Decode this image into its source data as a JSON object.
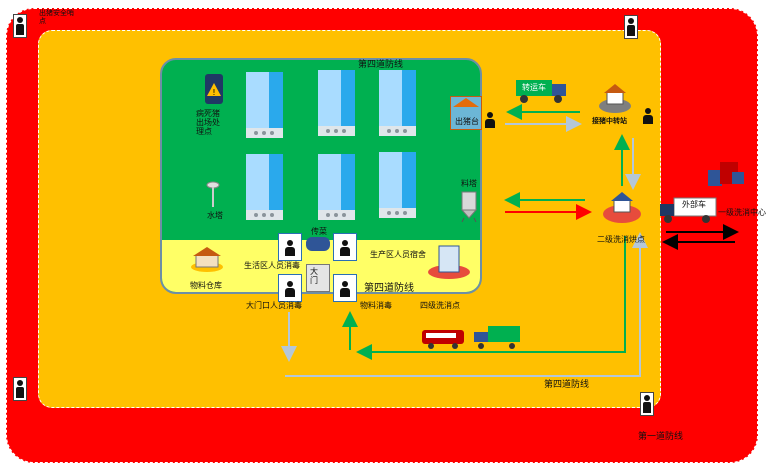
{
  "labels": {
    "first_line": "第一道防线",
    "third_line": "第四道防线",
    "fourth_line_top": "第四道防线",
    "fourth_line_bottom": "第四道防线",
    "top_left_guard": "出猪安全哨点",
    "dead_pig": "病死猪出场处理点",
    "water_tower": "水塔",
    "feed_tower": "料塔",
    "sale_platform": "出猪台",
    "transport_truck": "转运车",
    "relay_station": "接猪中转站",
    "second_wash": "二级洗消烘点",
    "outside_truck": "外部车",
    "first_wash": "一级洗消中心",
    "living_area": "生活区人员消毒",
    "transfer": "传菜",
    "production_dorm": "生产区人员宿舍",
    "gate": "大门",
    "material_warehouse": "物料仓库",
    "gate_disinfect": "大门口人员消毒",
    "material_disinfect": "物料消毒",
    "fourth_wash": "四级洗消点"
  },
  "colors": {
    "outer_zone": "#ff0000",
    "middle_zone": "#ffc000",
    "inner_zone": "#00b050",
    "living_zone": "#ffff66",
    "arrow_green": "#00b050",
    "arrow_grey": "#b4c7d9",
    "arrow_red": "#ff0000",
    "arrow_black": "#000000"
  }
}
